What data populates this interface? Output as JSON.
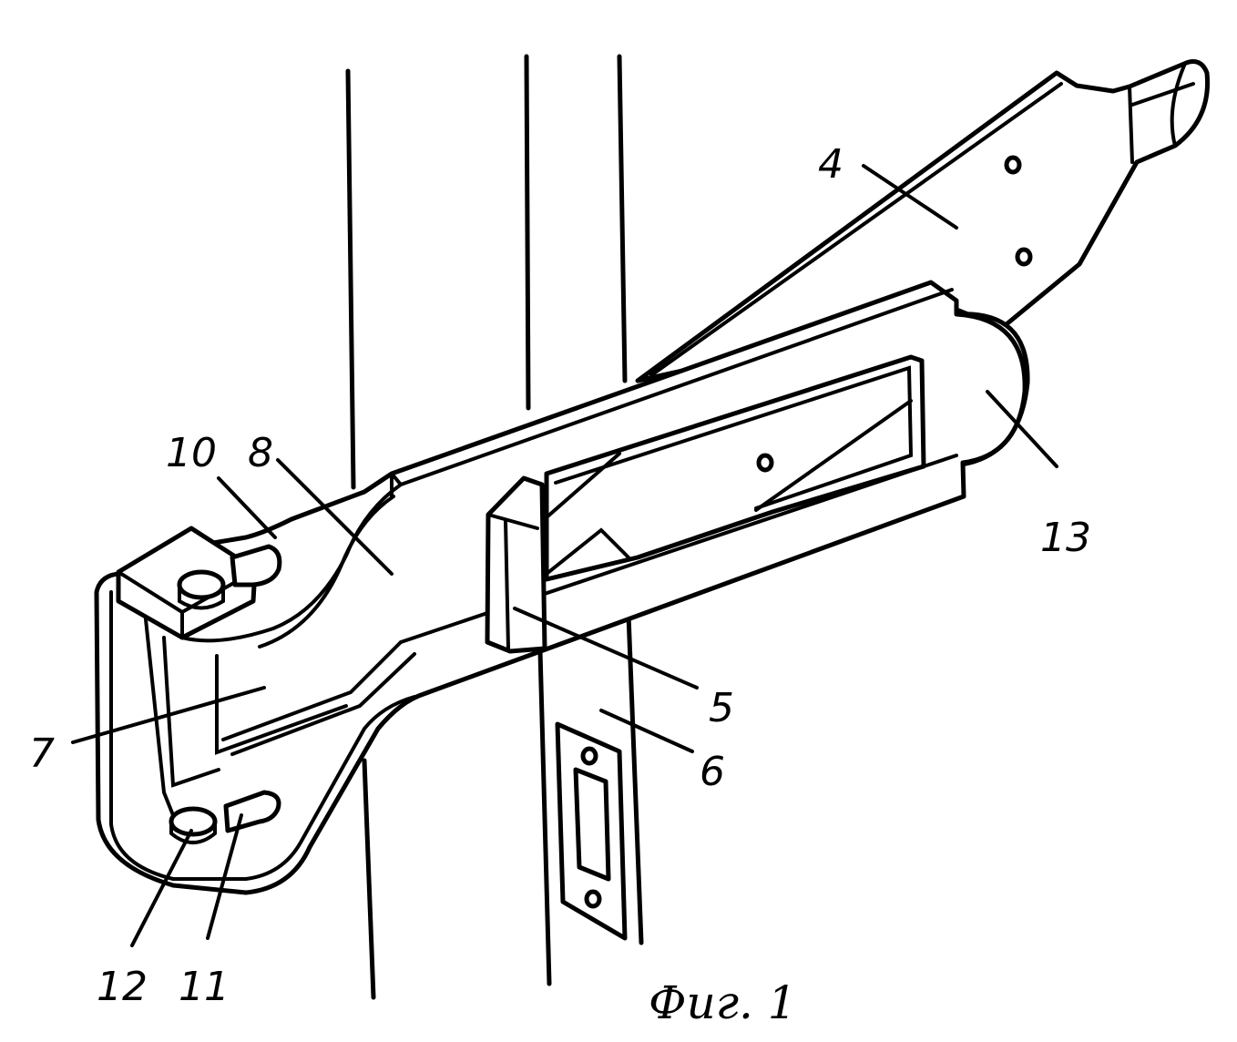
{
  "labels": {
    "l4": "4",
    "l5": "5",
    "l6": "6",
    "l7": "7",
    "l8": "8",
    "l10": "10",
    "l11": "11",
    "l12": "12",
    "l13": "13"
  },
  "caption": "Фиг. 1"
}
